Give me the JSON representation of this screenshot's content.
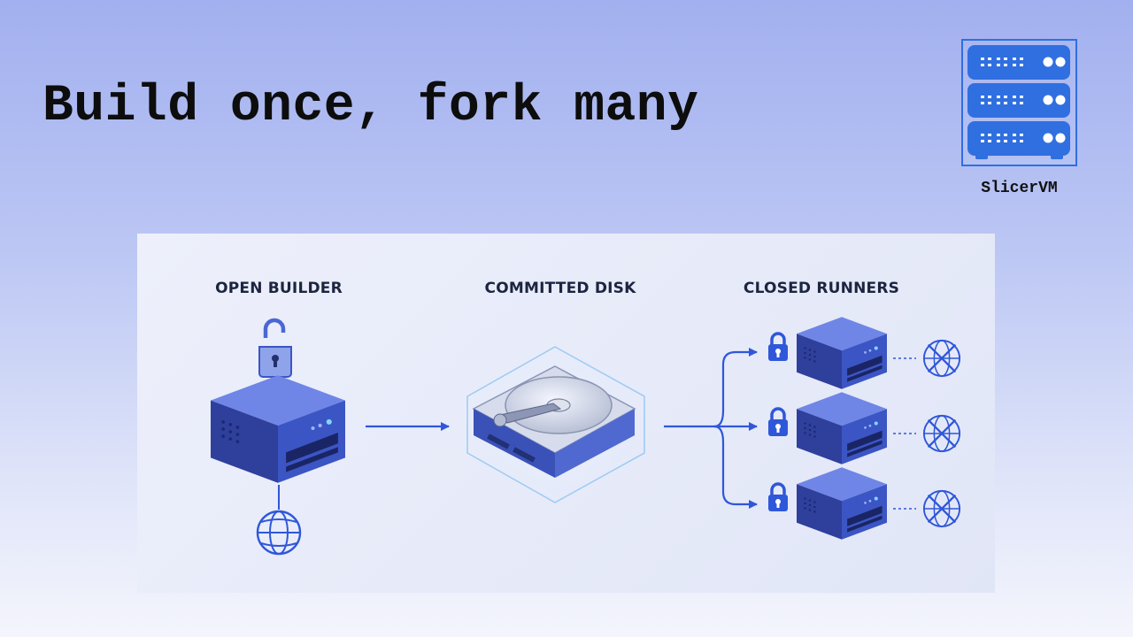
{
  "slide": {
    "title": "Build once, fork many",
    "logo_label": "SlicerVM"
  },
  "diagram": {
    "columns": [
      {
        "heading": "OPEN BUILDER"
      },
      {
        "heading": "COMMITTED DISK"
      },
      {
        "heading": "CLOSED RUNNERS"
      }
    ],
    "runner_count": 3
  },
  "colors": {
    "accent": "#2f57d9",
    "device_blue": "#3b55c4",
    "heading_text": "#1c2540"
  },
  "icons": [
    "server-rack-icon",
    "open-padlock-icon",
    "server-icon",
    "globe-icon",
    "hard-disk-icon",
    "padlock-icon",
    "blocked-network-icon"
  ]
}
